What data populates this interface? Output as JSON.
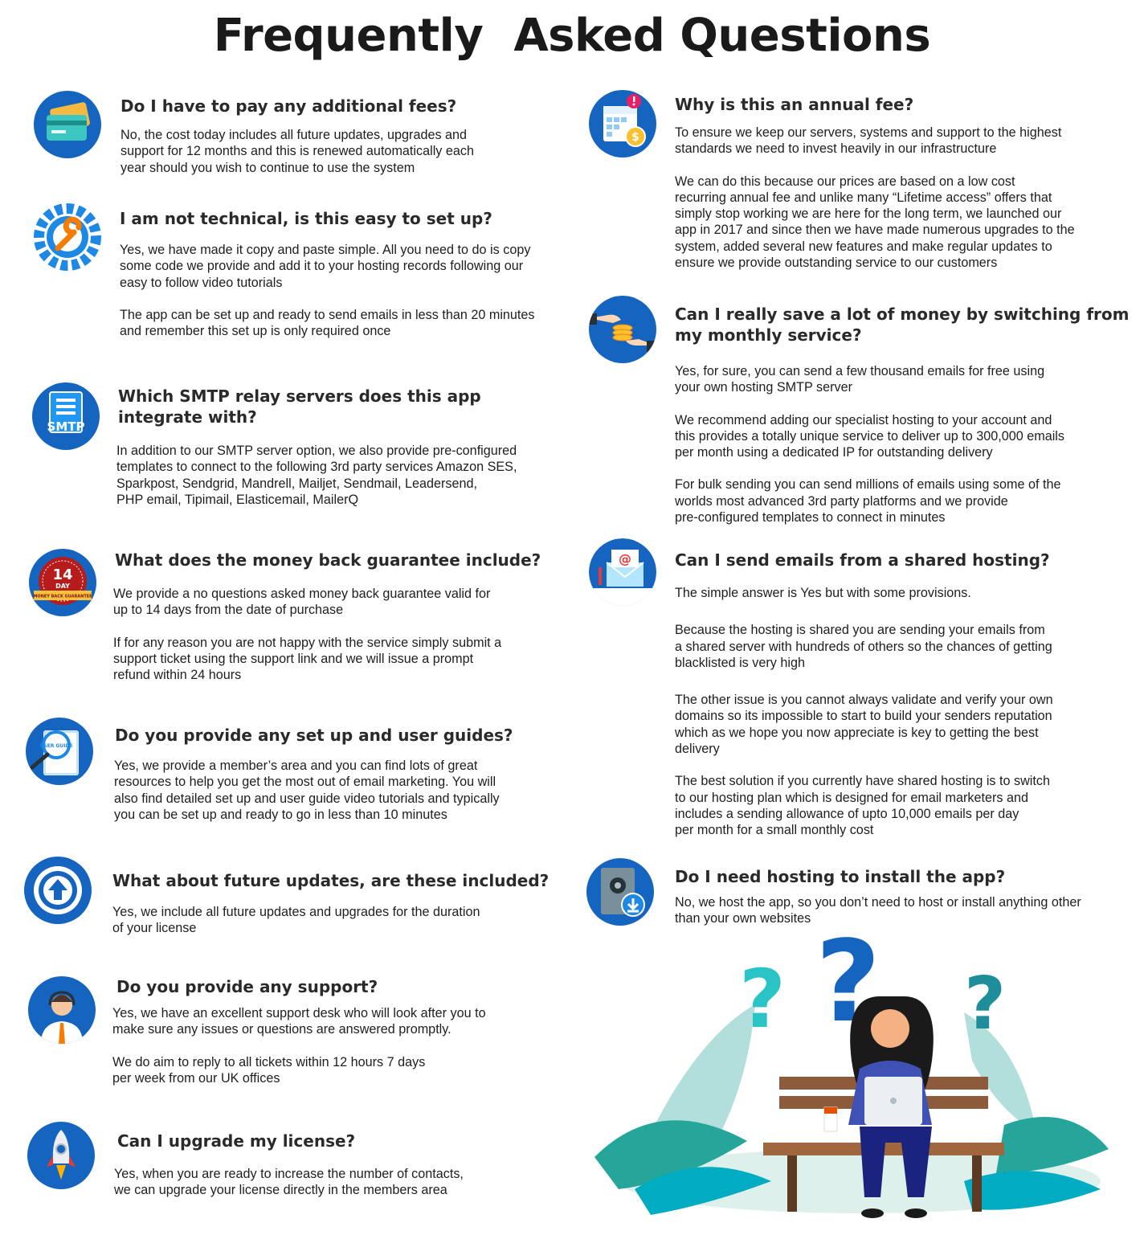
{
  "title": "Frequently  Asked Questions",
  "colors": {
    "icon_blue": "#1565c0",
    "teal": "#2bb3c0",
    "question_mark_blue": "#1565c0"
  },
  "left": [
    {
      "icon": "credit-card-icon",
      "question": "Do I have to pay any additional fees?",
      "answers": [
        "No, the cost today includes all future updates, upgrades and\nsupport for 12 months and this is renewed automatically each\nyear should you wish to continue to use the system"
      ]
    },
    {
      "icon": "gear-wrench-icon",
      "question": "I am not technical, is this easy to set up?",
      "answers": [
        "Yes, we have made it copy and paste simple. All you need to do is copy\nsome code we provide and add it to your hosting records following our\neasy to follow video tutorials",
        "The app can be set up and ready to send emails in less than 20 minutes\nand remember this set up is only required once"
      ]
    },
    {
      "icon": "smtp-icon",
      "icon_label": "SMTP",
      "question": "Which SMTP relay servers does this app\nintegrate with?",
      "answers": [
        "In addition to our SMTP server option, we also provide pre-configured\ntemplates to connect to the following 3rd party services Amazon SES,\nSparkpost, Sendgrid, Mandrell, Mailjet, Sendmail, Leadersend,\nPHP email, Tipimail, Elasticemail, MailerQ"
      ]
    },
    {
      "icon": "money-back-badge-icon",
      "icon_label_num": "14",
      "icon_label_day": "DAY",
      "icon_label_banner": "MONEY BACK GUARANTEE",
      "question": "What does the money back guarantee include?",
      "answers": [
        "We provide a no questions asked money back guarantee valid for\nup to 14 days from the date of purchase",
        "If for any reason you are not happy with the service simply submit a\nsupport ticket using the support link and we will issue a prompt\nrefund within 24 hours"
      ]
    },
    {
      "icon": "user-guide-icon",
      "icon_label": "USER GUIDE",
      "question": "Do you provide any set up and user guides?",
      "answers": [
        "Yes, we provide a member’s area and you can find lots of great\nresources to help you get the most out of email marketing.  You will\nalso find detailed set up and user guide video tutorials and typically\nyou can be set up and ready to go in less than 10 minutes"
      ]
    },
    {
      "icon": "upload-arrow-icon",
      "question": "What about future updates, are these included?",
      "answers": [
        "Yes, we include all future updates and upgrades for the duration\nof your license"
      ]
    },
    {
      "icon": "support-agent-icon",
      "question": "Do you provide any support?",
      "answers": [
        "Yes, we have an excellent support desk who will look after you to\nmake sure any issues or questions are answered promptly.",
        "We do aim to reply to all tickets within 12 hours 7 days\nper week from our UK offices"
      ]
    },
    {
      "icon": "rocket-icon",
      "question": "Can I upgrade my  license?",
      "answers": [
        "Yes, when you are ready to increase the number of contacts,\nwe can upgrade your license directly in the members area"
      ]
    }
  ],
  "right": [
    {
      "icon": "calendar-fee-icon",
      "question": "Why is this an annual fee?",
      "answers": [
        "To ensure we keep our servers, systems and support to the highest\nstandards we need to invest heavily in our infrastructure",
        "We can do this because our prices are based on a low cost\nrecurring annual fee and unlike many “Lifetime access” offers that\nsimply stop working we are here for the long term, we launched our\napp in 2017 and since then we have made numerous upgrades to the\nsystem, added several new features and make regular updates to\nensure we provide outstanding service to our customers"
      ]
    },
    {
      "icon": "hand-coins-icon",
      "question": "Can I really save a lot of money by switching from\nmy monthly service?",
      "answers": [
        "Yes, for sure, you can send a few thousand emails for free using\nyour own hosting SMTP server",
        "We recommend adding our specialist hosting to your account and\nthis provides a totally unique service to deliver up to 300,000 emails\nper month using a dedicated IP for outstanding delivery",
        "For bulk sending you can send millions of emails using some of the\n worlds most advanced 3rd party platforms and we provide\npre-configured templates to connect in minutes"
      ]
    },
    {
      "icon": "email-envelope-icon",
      "question": "Can I send emails from a shared hosting?",
      "answers": [
        "The simple answer is Yes but with some provisions.",
        "Because the hosting is shared you are sending your emails from\na shared server with hundreds of others so the chances of getting\nblacklisted is very high",
        "The other issue is you cannot always validate and verify your own\ndomains so its impossible to start to build your senders reputation\nwhich as we hope you now appreciate is key to getting the best\ndelivery",
        "The best solution if you currently have shared hosting is to switch\nto our hosting plan which is designed for email marketers and\nincludes a sending allowance of upto 10,000 emails per day\nper month  for a small monthly cost"
      ]
    },
    {
      "icon": "install-download-icon",
      "question": "Do I need hosting to install the app?",
      "answers": [
        "No, we host the app, so you don’t need to host or install anything other\nthan your own websites"
      ]
    }
  ],
  "illustration": {
    "icon": "woman-laptop-question-marks-icon"
  }
}
